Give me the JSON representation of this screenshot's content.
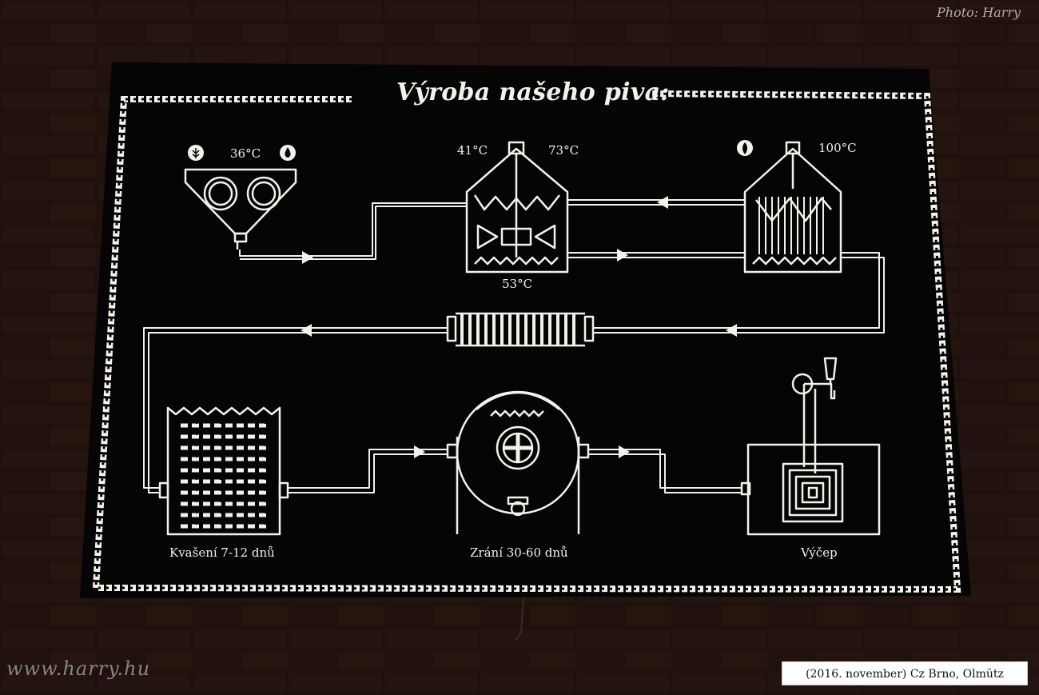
{
  "board": {
    "title": "Výroba našeho piva:",
    "temps": {
      "mill": "36°C",
      "mash_left": "41°C",
      "mash_right": "73°C",
      "mash_bottom": "53°C",
      "lauter": "100°C"
    },
    "steps": {
      "fermentation": "Kvašení 7-12 dnů",
      "maturation": "Zrání 30-60 dnů",
      "tap": "Výčep"
    }
  },
  "photo": {
    "credit": "Photo: Harry",
    "watermark": "www.harry.hu",
    "caption": "(2016. november) Cz Brno, Olmütz"
  },
  "icons": [
    "grain-icon",
    "water-drop-icon",
    "hops-icon"
  ],
  "colors": {
    "wall": "#1a0e0c",
    "board": "#050505",
    "line": "#f4f1ea",
    "caption_bg": "#ffffff"
  }
}
